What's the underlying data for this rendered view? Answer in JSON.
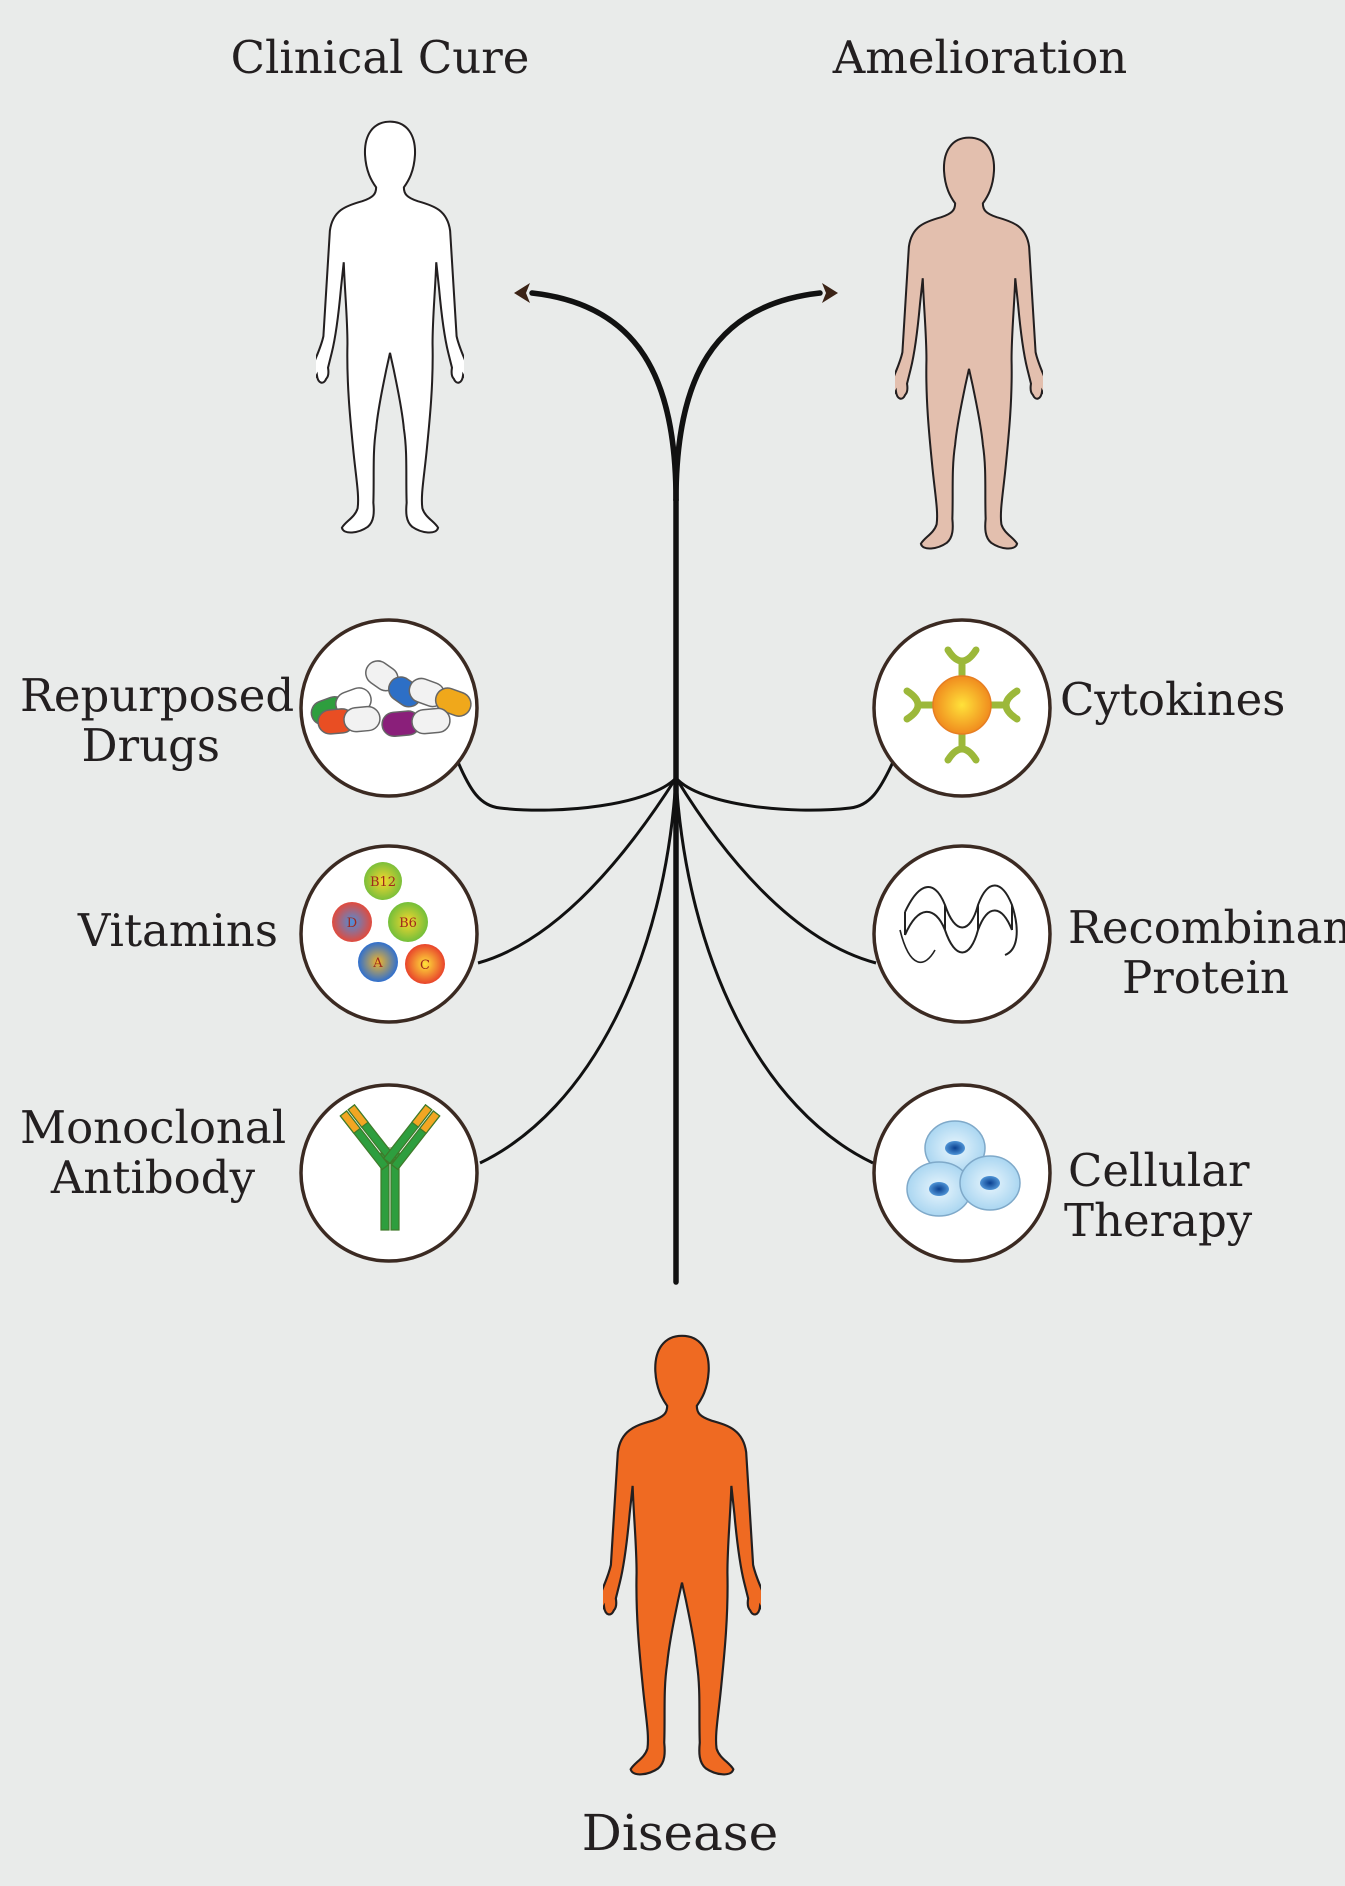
{
  "outcomes": {
    "clinical_cure": "Clinical Cure",
    "amelioration": "Amelioration"
  },
  "start": "Disease",
  "therapies_left": [
    {
      "id": "repurposed",
      "lines": [
        "Repurposed",
        "Drugs"
      ]
    },
    {
      "id": "vitamins",
      "lines": [
        "Vitamins"
      ],
      "badges": [
        "B12",
        "D",
        "B6",
        "A",
        "C"
      ]
    },
    {
      "id": "antibody",
      "lines": [
        "Monoclonal",
        "Antibody"
      ]
    }
  ],
  "therapies_right": [
    {
      "id": "cytokines",
      "lines": [
        "Cytokines"
      ]
    },
    {
      "id": "protein",
      "lines": [
        "Recombinant",
        "Protein"
      ]
    },
    {
      "id": "cellular",
      "lines": [
        "Cellular",
        "Therapy"
      ]
    }
  ],
  "colors": {
    "background": "#e9ebea",
    "healthy_body": "#ffffff",
    "ameliorated_body": "#e3bfae",
    "diseased_body": "#ef6a22",
    "line": "#111111",
    "circle_border": "#3b2a22"
  }
}
